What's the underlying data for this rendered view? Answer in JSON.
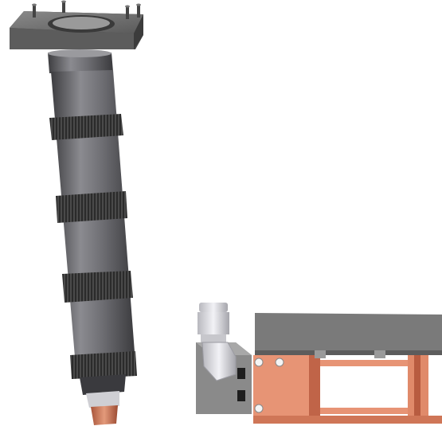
{
  "scene": {
    "background": "#ffffff",
    "parts": [
      {
        "name": "mounting-flange",
        "color": "#5f5f5f"
      },
      {
        "name": "main-tube",
        "color": "#6b6b6f"
      },
      {
        "name": "knurled-ring",
        "color": "#2a2a2a",
        "count": 4
      },
      {
        "name": "nozzle-tip",
        "color": "#c8704f"
      },
      {
        "name": "pipe-fitting",
        "color": "#d9d9de"
      },
      {
        "name": "fitting-block",
        "color": "#8a8a8a"
      },
      {
        "name": "copper-frame",
        "color": "#e08a6a"
      },
      {
        "name": "top-beam",
        "color": "#7a7a7a"
      }
    ]
  }
}
